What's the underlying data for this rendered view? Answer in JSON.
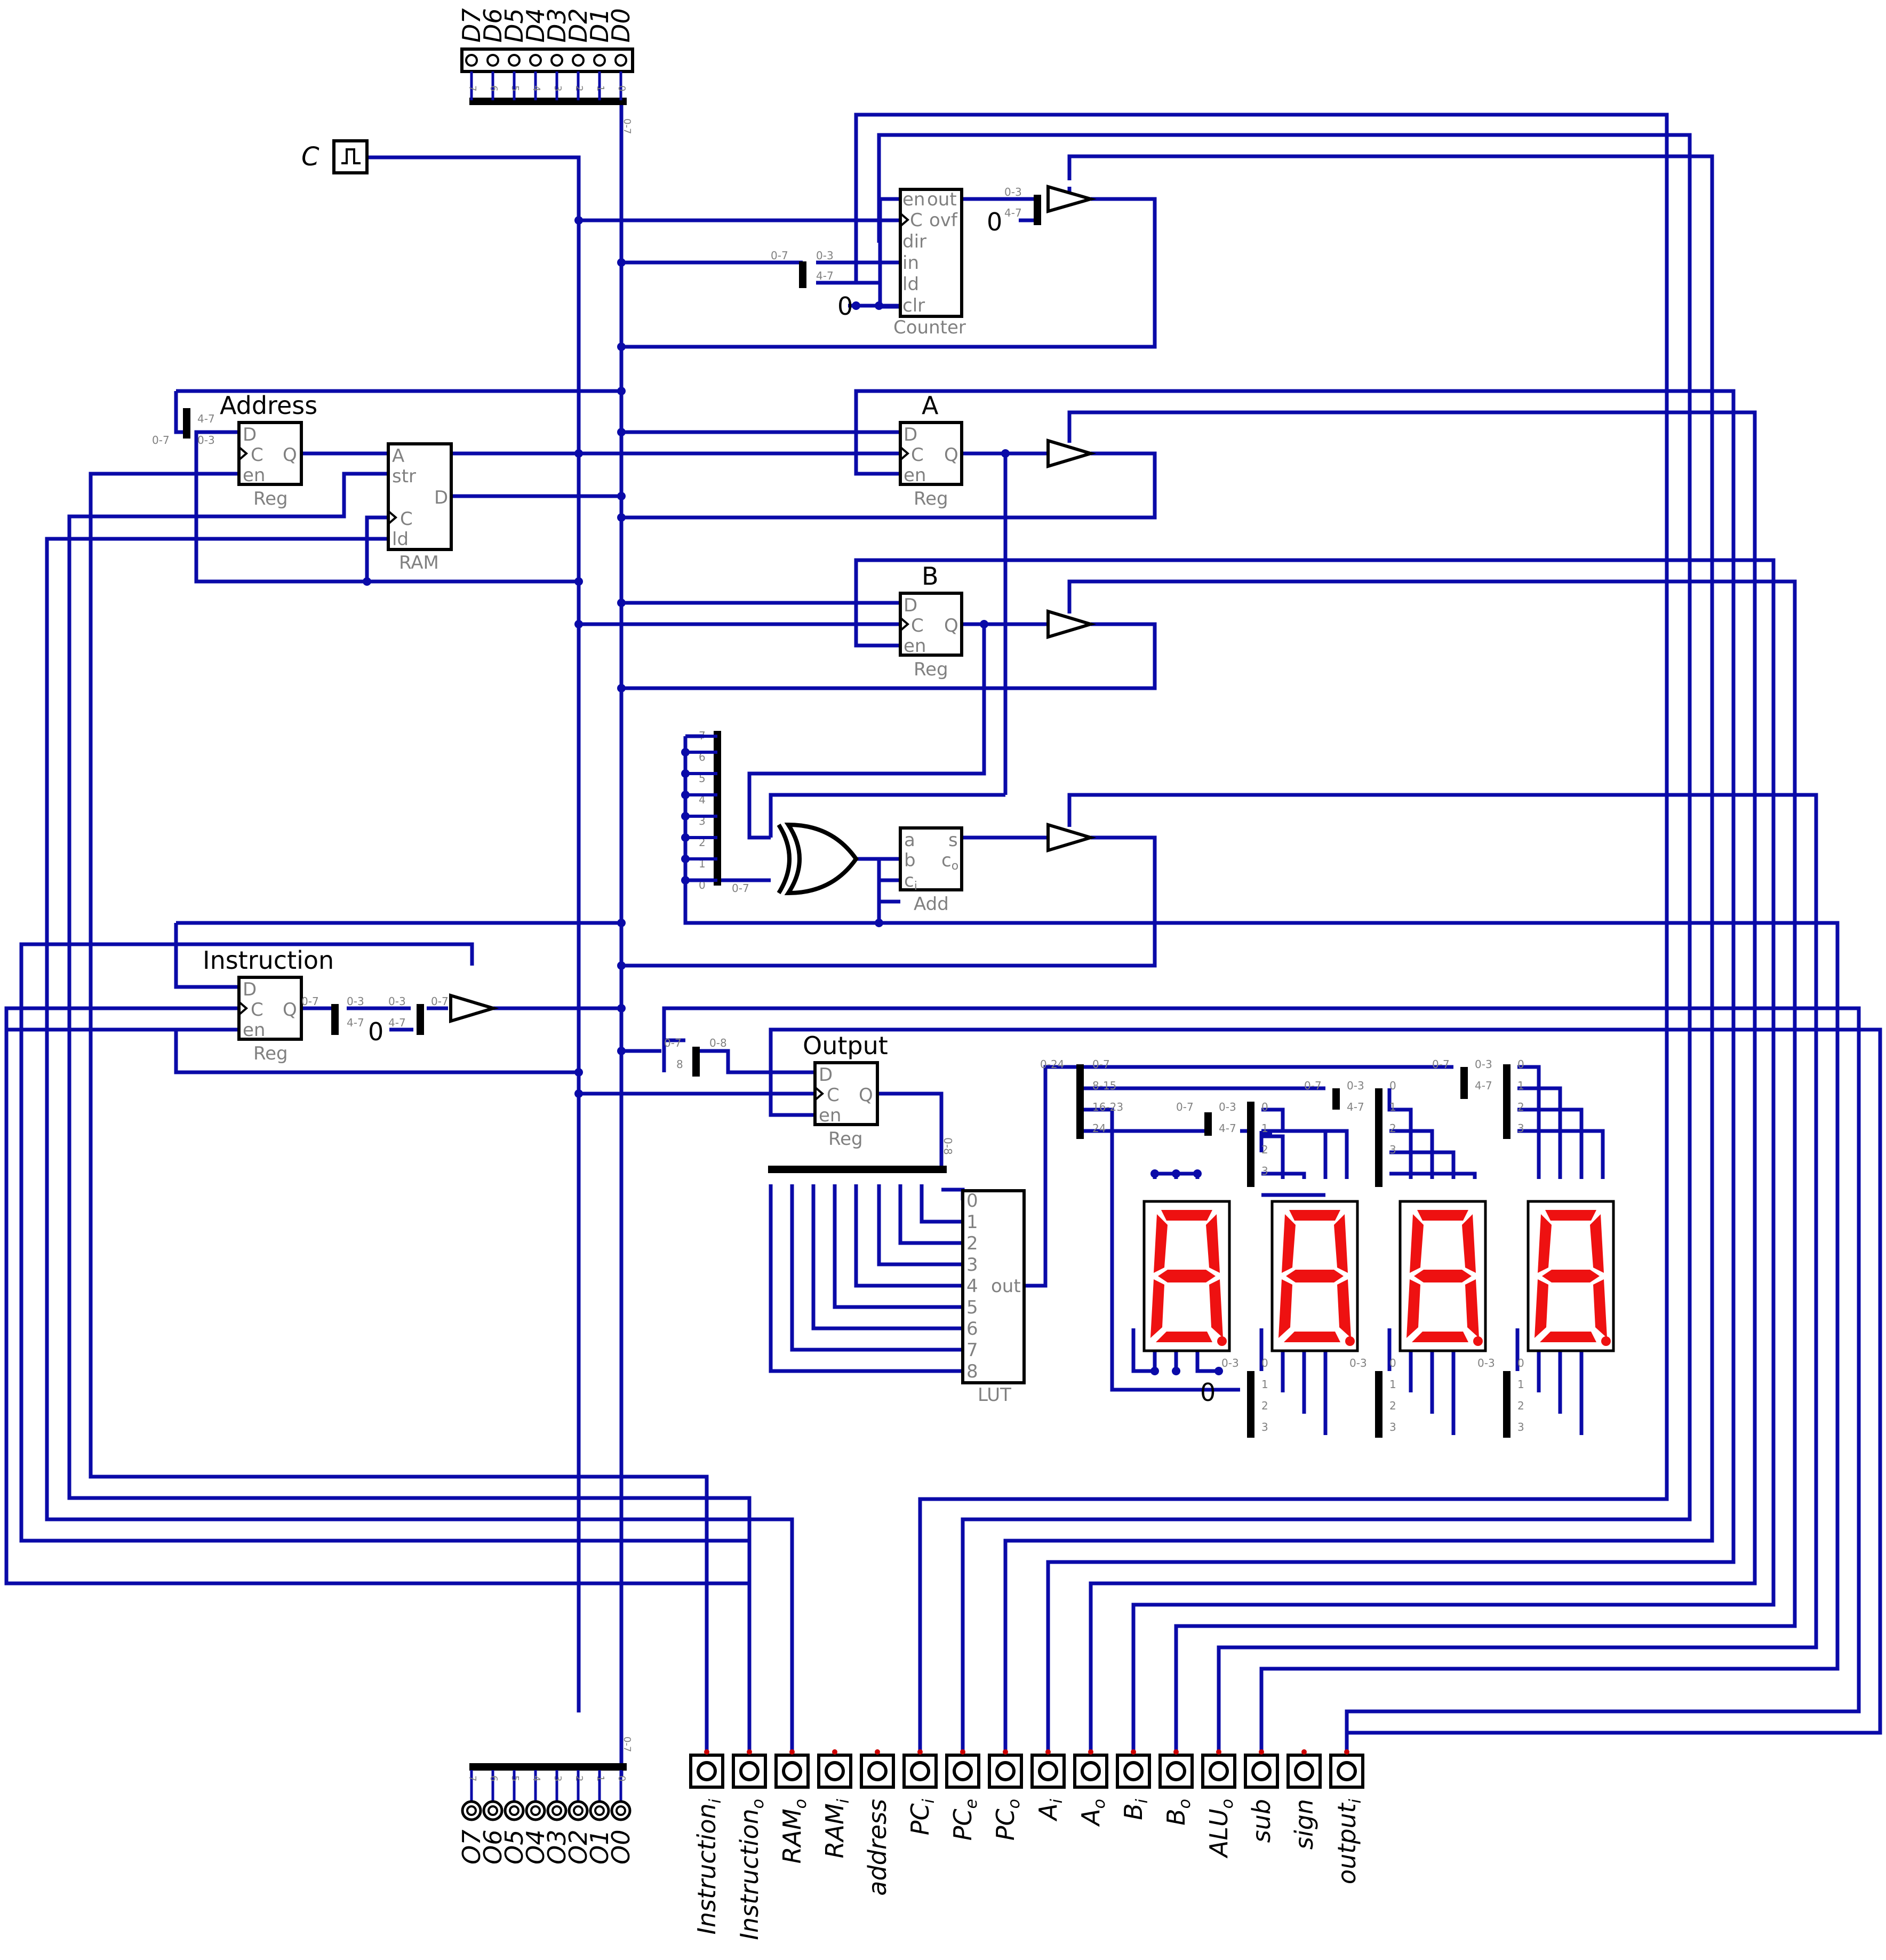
{
  "colors": {
    "wire": "#0a0aa8",
    "ink": "#000000",
    "pin": "#cc0000",
    "segment_on": "#ee1111",
    "muted": "#808080",
    "background": "#ffffff"
  },
  "data_inputs": {
    "labels": [
      "D7",
      "D6",
      "D5",
      "D4",
      "D3",
      "D2",
      "D1",
      "D0"
    ],
    "bits": [
      "7",
      "6",
      "5",
      "4",
      "3",
      "2",
      "1",
      "0"
    ],
    "bus_range": "0-7"
  },
  "clock": {
    "label": "C"
  },
  "counter": {
    "pins_left": [
      "en",
      "C",
      "dir",
      "in",
      "ld",
      "clr"
    ],
    "pin_out": "out",
    "pin_ovf": "ovf",
    "name": "Counter",
    "const_clr": "0",
    "const_hi": "0"
  },
  "address_reg": {
    "title": "Address",
    "pins": [
      "D",
      "C",
      "en"
    ],
    "out": "Q",
    "name": "Reg"
  },
  "ram": {
    "pins": [
      "A",
      "str",
      "C",
      "ld"
    ],
    "out": "D",
    "name": "RAM"
  },
  "reg_a": {
    "title": "A",
    "pins": [
      "D",
      "C",
      "en"
    ],
    "out": "Q",
    "name": "Reg"
  },
  "reg_b": {
    "title": "B",
    "pins": [
      "D",
      "C",
      "en"
    ],
    "out": "Q",
    "name": "Reg"
  },
  "adder": {
    "pins": [
      "a",
      "b",
      "c"
    ],
    "sub": "i",
    "out": "s",
    "carry": "c",
    "carry_sub": "o",
    "name": "Add"
  },
  "xor_fan": {
    "bits": [
      "7",
      "6",
      "5",
      "4",
      "3",
      "2",
      "1",
      "0"
    ],
    "range": "0-7"
  },
  "instruction_reg": {
    "title": "Instruction",
    "pins": [
      "D",
      "C",
      "en"
    ],
    "out": "Q",
    "name": "Reg",
    "const_hi": "0"
  },
  "output_reg": {
    "title": "Output",
    "pins": [
      "D",
      "C",
      "en"
    ],
    "out": "Q",
    "name": "Reg"
  },
  "lut": {
    "inputs": [
      "0",
      "1",
      "2",
      "3",
      "4",
      "5",
      "6",
      "7",
      "8"
    ],
    "out": "out",
    "name": "LUT",
    "const_dp": "0"
  },
  "splitters": {
    "r07": "0-7",
    "r03": "0-3",
    "r47": "4-7",
    "r08": "0-8",
    "r8": "8",
    "r024": "0-24",
    "r815": "8-15",
    "r1623": "16-23",
    "r24": "24",
    "d0": "0",
    "d1": "1",
    "d2": "2",
    "d3": "3"
  },
  "data_outputs": {
    "labels": [
      "O7",
      "O6",
      "O5",
      "O4",
      "O3",
      "O2",
      "O1",
      "O0"
    ],
    "bits": [
      "7",
      "6",
      "5",
      "4",
      "3",
      "2",
      "1",
      "0"
    ],
    "bus_range": "0-7"
  },
  "control_inputs": [
    {
      "base": "Instruction",
      "sub": "i"
    },
    {
      "base": "Instruction",
      "sub": "o"
    },
    {
      "base": "RAM",
      "sub": "o"
    },
    {
      "base": "RAM",
      "sub": "i"
    },
    {
      "base": "address",
      "sub": ""
    },
    {
      "base": "PC",
      "sub": "i"
    },
    {
      "base": "PC",
      "sub": "e"
    },
    {
      "base": "PC",
      "sub": "o"
    },
    {
      "base": "A",
      "sub": "i"
    },
    {
      "base": "A",
      "sub": "o"
    },
    {
      "base": "B",
      "sub": "i"
    },
    {
      "base": "B",
      "sub": "o"
    },
    {
      "base": "ALU",
      "sub": "o"
    },
    {
      "base": "sub",
      "sub": ""
    },
    {
      "base": "sign",
      "sub": ""
    },
    {
      "base": "output",
      "sub": "i"
    }
  ],
  "display": {
    "digit_count": 4
  }
}
